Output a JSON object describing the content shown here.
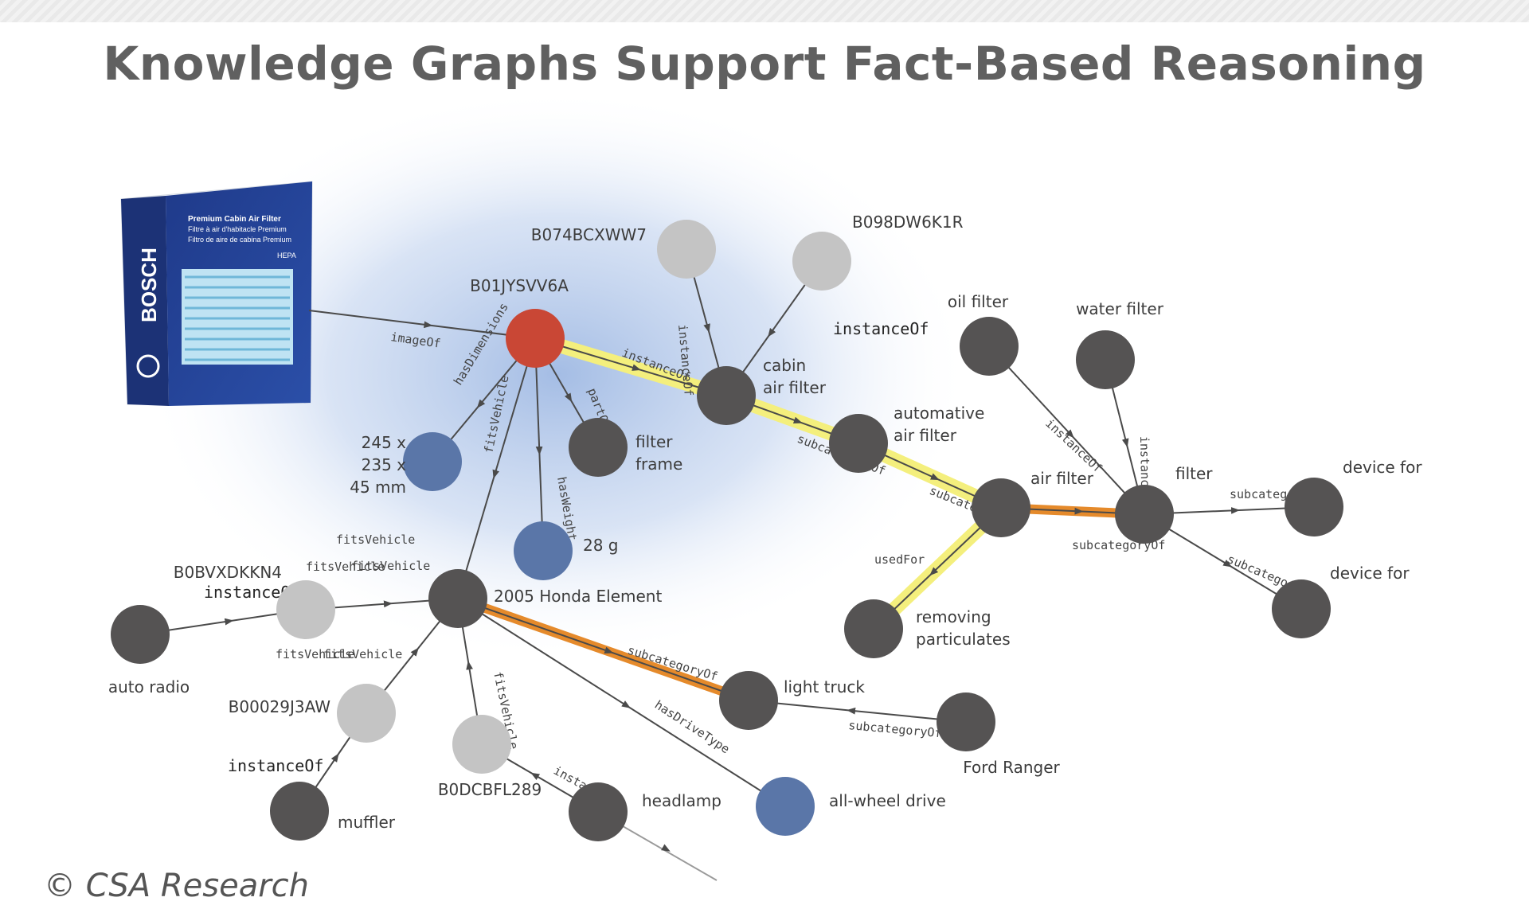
{
  "title": "Knowledge Graphs Support Fact-Based Reasoning",
  "copyright": "© CSA Research",
  "product_box": {
    "brand": "BOSCH",
    "line1": "Premium Cabin Air Filter",
    "line2": "Filtre à air d'habitacle Premium",
    "line3": "Filtro de aire de cabina Premium",
    "badge": "HEPA"
  },
  "colors": {
    "product": "#c94735",
    "value": "#5a76a8",
    "instance": "#c4c4c4",
    "concept": "#555353",
    "path_yellow": "#f4ef7d",
    "path_orange": "#e58a2b",
    "glow": "#a8c0e6"
  },
  "nodes": [
    {
      "id": "product",
      "label": "B01JYSVV6A",
      "type": "product"
    },
    {
      "id": "b074",
      "label": "B074BCXWW7",
      "type": "instance"
    },
    {
      "id": "b098",
      "label": "B098DW6K1R",
      "type": "instance"
    },
    {
      "id": "cabin",
      "label": "cabin\nair filter",
      "type": "concept"
    },
    {
      "id": "automative",
      "label": "automative\nair filter",
      "type": "concept"
    },
    {
      "id": "airfilter",
      "label": "air filter",
      "type": "concept"
    },
    {
      "id": "filter",
      "label": "filter",
      "type": "concept"
    },
    {
      "id": "oil",
      "label": "oil filter",
      "type": "concept"
    },
    {
      "id": "water",
      "label": "water filter",
      "type": "concept"
    },
    {
      "id": "dev1",
      "label": "device for",
      "type": "concept"
    },
    {
      "id": "dev2",
      "label": "device for",
      "type": "concept"
    },
    {
      "id": "removing",
      "label": "removing\nparticulates",
      "type": "concept"
    },
    {
      "id": "dims",
      "label": "245 x\n235 x\n45 mm",
      "type": "value"
    },
    {
      "id": "weight",
      "label": "28 g",
      "type": "value"
    },
    {
      "id": "frame",
      "label": "filter\nframe",
      "type": "concept"
    },
    {
      "id": "honda",
      "label": "2005 Honda Element",
      "type": "concept"
    },
    {
      "id": "b0bv",
      "label": "B0BVXDKKN4",
      "type": "instance"
    },
    {
      "id": "autoradio",
      "label": "auto radio",
      "type": "concept"
    },
    {
      "id": "b00029",
      "label": "B00029J3AW",
      "type": "instance"
    },
    {
      "id": "muffler",
      "label": "muffler",
      "type": "concept"
    },
    {
      "id": "b0dc",
      "label": "B0DCBFL289",
      "type": "instance"
    },
    {
      "id": "headlamp",
      "label": "headlamp",
      "type": "concept"
    },
    {
      "id": "truck",
      "label": "light truck",
      "type": "concept"
    },
    {
      "id": "ranger",
      "label": "Ford Ranger",
      "type": "concept"
    },
    {
      "id": "awd",
      "label": "all-wheel drive",
      "type": "value"
    }
  ],
  "edges": [
    {
      "from": "image",
      "to": "product",
      "label": "imageOf"
    },
    {
      "from": "product",
      "to": "cabin",
      "label": "instanceOf",
      "highlight": "yellow"
    },
    {
      "from": "b074",
      "to": "cabin",
      "label": "instanceOf"
    },
    {
      "from": "b098",
      "to": "cabin",
      "label": "instanceOf"
    },
    {
      "from": "cabin",
      "to": "automative",
      "label": "subcategoryOf",
      "highlight": "yellow"
    },
    {
      "from": "automative",
      "to": "airfilter",
      "label": "subcategoryOf",
      "highlight": "yellow"
    },
    {
      "from": "airfilter",
      "to": "filter",
      "label": "subcategoryOf",
      "highlight": "orange"
    },
    {
      "from": "airfilter",
      "to": "removing",
      "label": "usedFor",
      "highlight": "yellow"
    },
    {
      "from": "oil",
      "to": "filter",
      "label": "instanceOf"
    },
    {
      "from": "water",
      "to": "filter",
      "label": "instanceOf"
    },
    {
      "from": "filter",
      "to": "dev1",
      "label": "subcategoryOf"
    },
    {
      "from": "filter",
      "to": "dev2",
      "label": "subcategoryOf"
    },
    {
      "from": "product",
      "to": "dims",
      "label": "hasDimensions"
    },
    {
      "from": "product",
      "to": "weight",
      "label": "hasWeight"
    },
    {
      "from": "product",
      "to": "frame",
      "label": "partOf"
    },
    {
      "from": "product",
      "to": "honda",
      "label": "fitsVehicle"
    },
    {
      "from": "b0bv",
      "to": "honda",
      "label": "fitsVehicle"
    },
    {
      "from": "autoradio",
      "to": "b0bv",
      "label": "instanceOf"
    },
    {
      "from": "b00029",
      "to": "honda",
      "label": "fitsVehicle"
    },
    {
      "from": "muffler",
      "to": "b00029",
      "label": "instanceOf"
    },
    {
      "from": "b0dc",
      "to": "honda",
      "label": "fitsVehicle"
    },
    {
      "from": "headlamp",
      "to": "b0dc",
      "label": "instanceOf"
    },
    {
      "from": "honda",
      "to": "truck",
      "label": "subcategoryOf",
      "highlight": "orange"
    },
    {
      "from": "ranger",
      "to": "truck",
      "label": "subcategoryOf"
    },
    {
      "from": "honda",
      "to": "awd",
      "label": "hasDriveType"
    }
  ],
  "floating_labels": [
    "fitsVehicle",
    "fitsVehicle",
    "fitsVehicle"
  ]
}
